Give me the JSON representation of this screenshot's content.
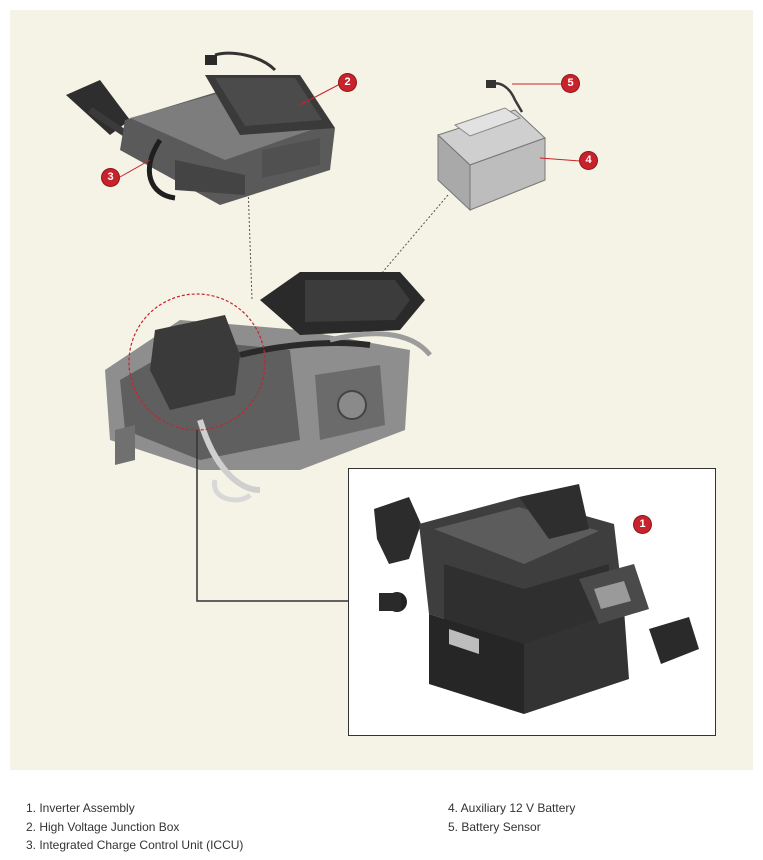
{
  "callouts": {
    "c1": "1",
    "c2": "2",
    "c3": "3",
    "c4": "4",
    "c5": "5"
  },
  "legend": {
    "left": [
      "1. Inverter Assembly",
      "2. High Voltage Junction Box",
      "3. Integrated Charge Control Unit (ICCU)"
    ],
    "right": [
      "4. Auxiliary 12 V Battery",
      "5. Battery Sensor"
    ]
  },
  "colors": {
    "panel_background": "#f5f3e6",
    "callout_red": "#c8232c",
    "leader_line": "#c8232c",
    "component_dark": "#2b2b2b",
    "component_mid": "#6e6e6e",
    "component_light": "#d9d9d9"
  }
}
